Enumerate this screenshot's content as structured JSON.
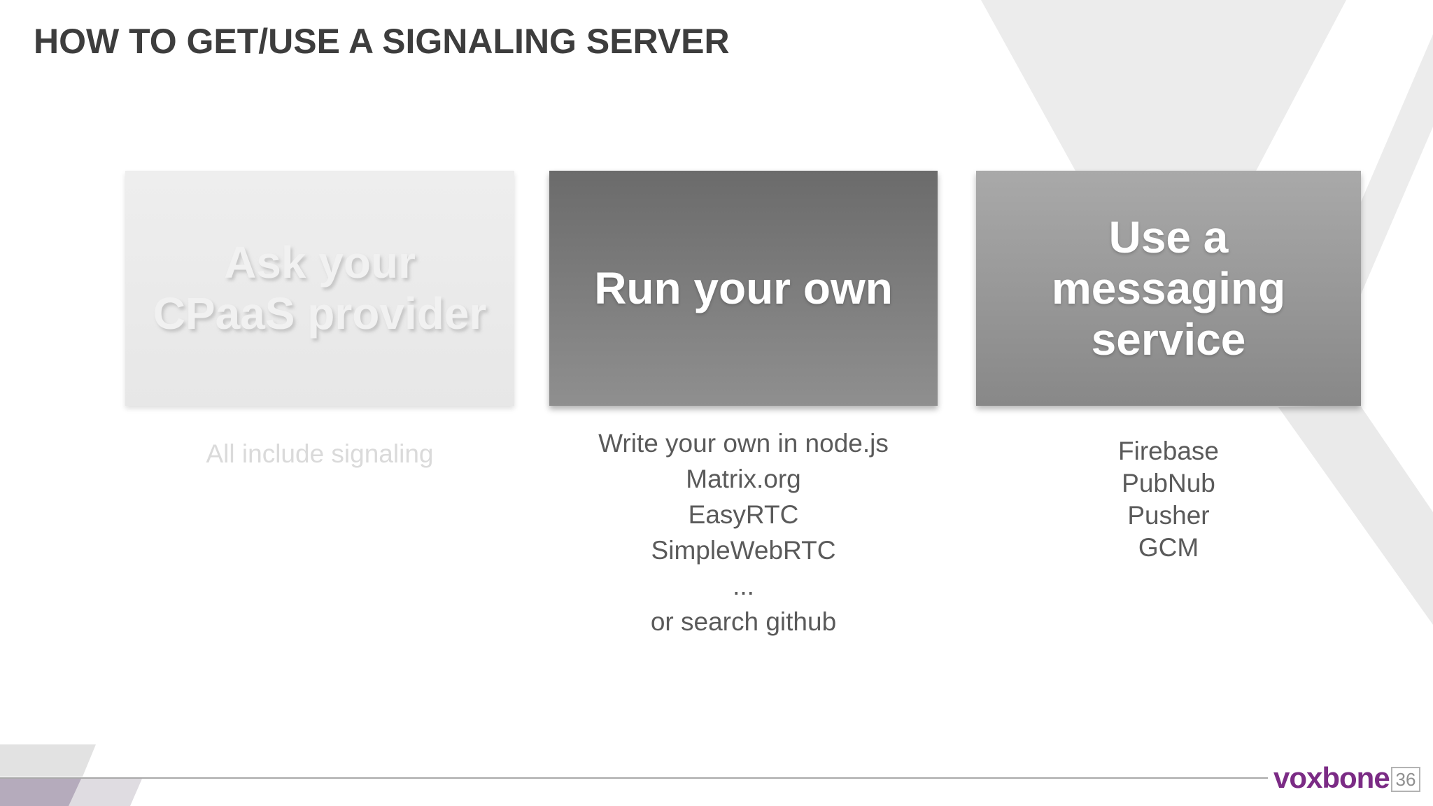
{
  "slide": {
    "title": "HOW TO GET/USE A SIGNALING SERVER",
    "options": [
      {
        "id": "cpaas",
        "state": "faded",
        "heading_lines": [
          "Ask your",
          "CPaaS provider"
        ],
        "notes": [
          "All include signaling"
        ]
      },
      {
        "id": "self-hosted",
        "state": "normal",
        "heading_lines": [
          "Run your own"
        ],
        "notes": [
          "Write your own in node.js",
          "Matrix.org",
          "EasyRTC",
          "SimpleWebRTC",
          "...",
          "or search github"
        ]
      },
      {
        "id": "messaging-service",
        "state": "normal",
        "heading_lines": [
          "Use a",
          "messaging",
          "service"
        ],
        "notes": [
          "Firebase",
          "PubNub",
          "Pusher",
          "GCM"
        ]
      }
    ],
    "footer": {
      "brand": "voxbone",
      "page_number": "36"
    },
    "colors": {
      "title_text": "#3d3d3d",
      "card_faded_bg": "#eaeaea",
      "card_faded_text": "#f1f1f1",
      "card_dark_gradient_top": "#6b6b6b",
      "card_dark_gradient_bottom": "#8f8f8f",
      "card_medium_gradient_top": "#a9a9a9",
      "card_medium_gradient_bottom": "#888888",
      "notes_text": "#5a5a5a",
      "notes_faded_text": "#dadada",
      "brand_purple": "#7b2b85",
      "watermark_gray": "#ececec",
      "corner_lilac": "#b5abbc",
      "footer_line": "#a9a9a9"
    }
  }
}
